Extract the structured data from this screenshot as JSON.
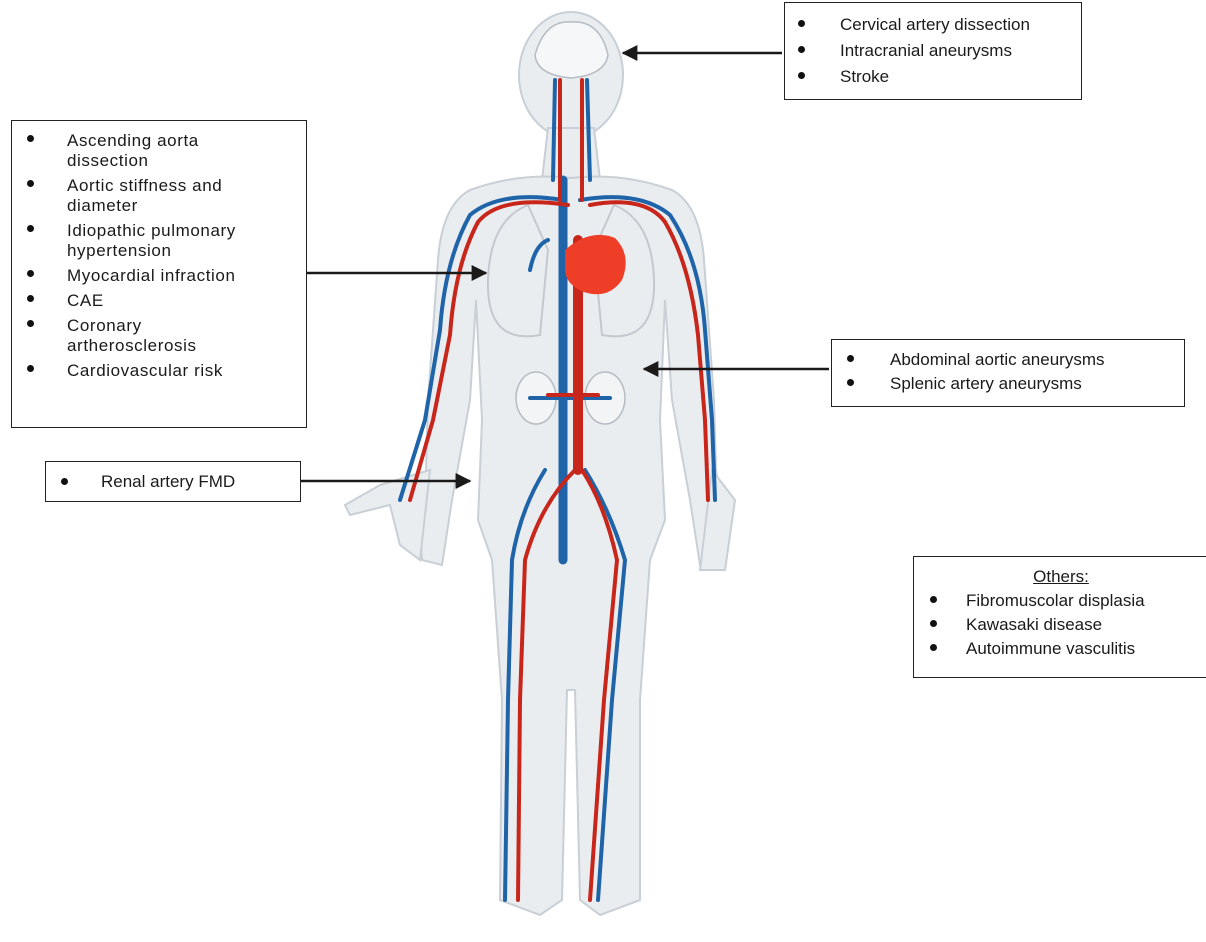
{
  "boxes": {
    "brain": {
      "items": [
        "Cervical artery dissection",
        "Intracranial aneurysms",
        "Stroke"
      ]
    },
    "heart": {
      "items": [
        "Ascending aorta dissection",
        "Aortic stiffness and diameter",
        "Idiopathic pulmonary hypertension",
        "Myocardial infraction",
        "CAE",
        "Coronary artherosclerosis",
        "Cardiovascular risk"
      ]
    },
    "abdominal": {
      "items": [
        "Abdominal aortic aneurysms",
        "Splenic artery aneurysms"
      ]
    },
    "renal": {
      "items": [
        "Renal artery FMD"
      ]
    },
    "others": {
      "title": "Others:",
      "items": [
        "Fibromuscolar displasia",
        "Kawasaki disease",
        "Autoimmune vasculitis"
      ]
    }
  },
  "colors": {
    "artery": "#c8261b",
    "vein": "#1f63a8",
    "heart": "#ef3e28",
    "body_fill": "#eaedf0",
    "body_outline": "#c9cfd6",
    "arrow": "#1a1a1a"
  }
}
